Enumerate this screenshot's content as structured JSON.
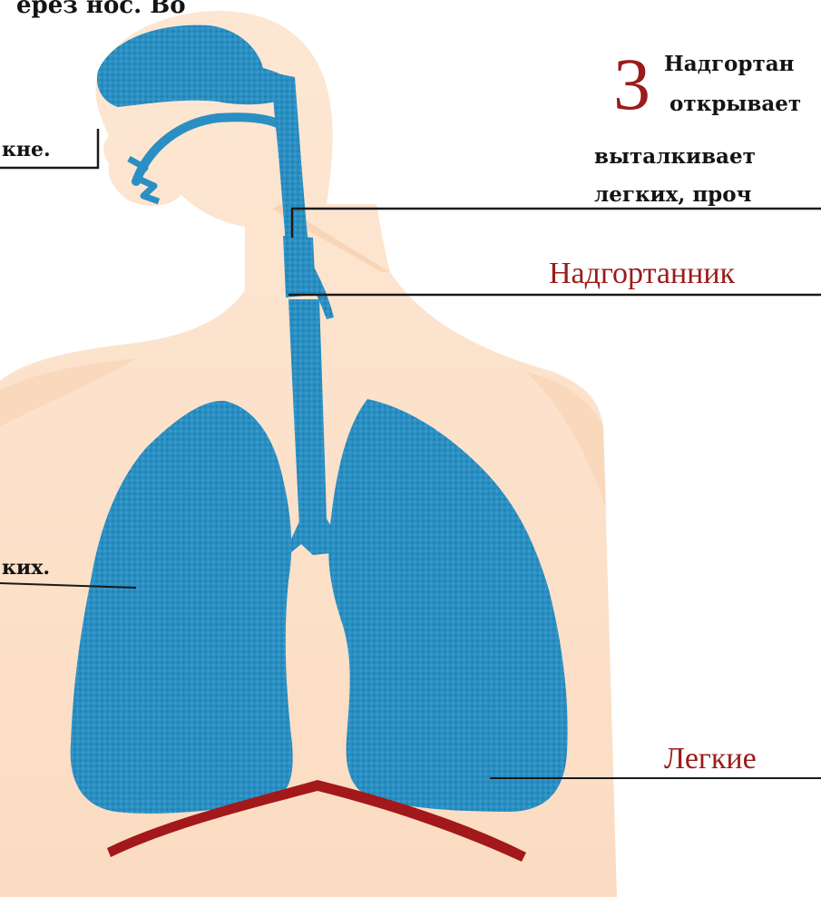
{
  "top_fragment": "ерез нос. Во",
  "left_labels": {
    "upper": "кне.",
    "lower": "ких."
  },
  "step_number": "3",
  "step_text": {
    "line1": "Надгортан",
    "line2": "открывает",
    "line3": "выталкивает",
    "line4": "легких, проч"
  },
  "right_labels": {
    "epiglottis": "Надгортанник",
    "lungs": "Легкие"
  },
  "colors": {
    "skin": "#fce3cc",
    "skin_shadow": "#f6cfae",
    "airway_blue": "#2a8fc2",
    "airway_blue_dark": "#1e7aae",
    "diaphragm_red": "#a3181b",
    "label_red": "#9b1a1a",
    "text_dark": "#141414"
  }
}
